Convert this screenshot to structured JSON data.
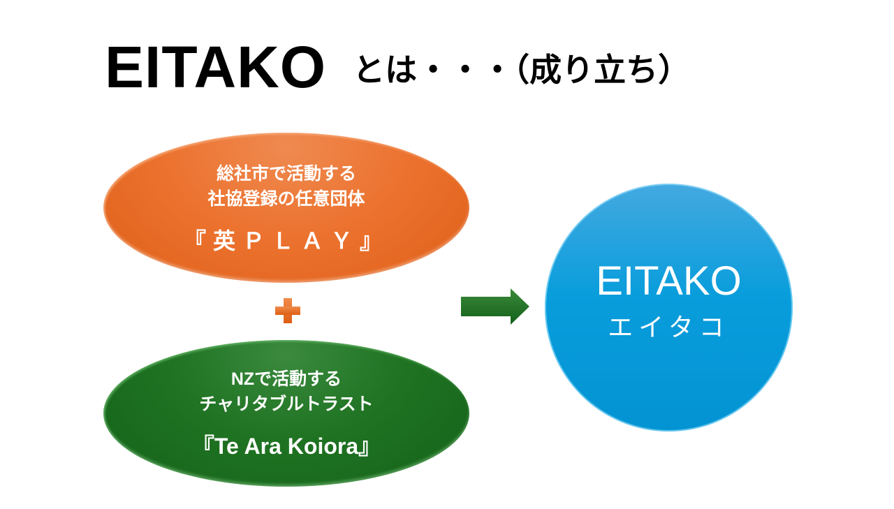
{
  "title": {
    "main": "EITAKO",
    "sub": "とは・・・（成り立ち）"
  },
  "orange_org": {
    "line1": "総社市で活動する",
    "line2": "社協登録の任意団体",
    "name": "『英ＰＬＡＹ』",
    "color": "#ec7330"
  },
  "green_org": {
    "line1": "NZで活動する",
    "line2": "チャリタブルトラスト",
    "name": "『Te Ara Koiora』",
    "color": "#1f7322"
  },
  "result": {
    "name": "EITAKO",
    "reading": "エイタコ",
    "color": "#099ddc"
  },
  "icons": {
    "plus": "plus-icon",
    "arrow": "arrow-right-icon"
  }
}
